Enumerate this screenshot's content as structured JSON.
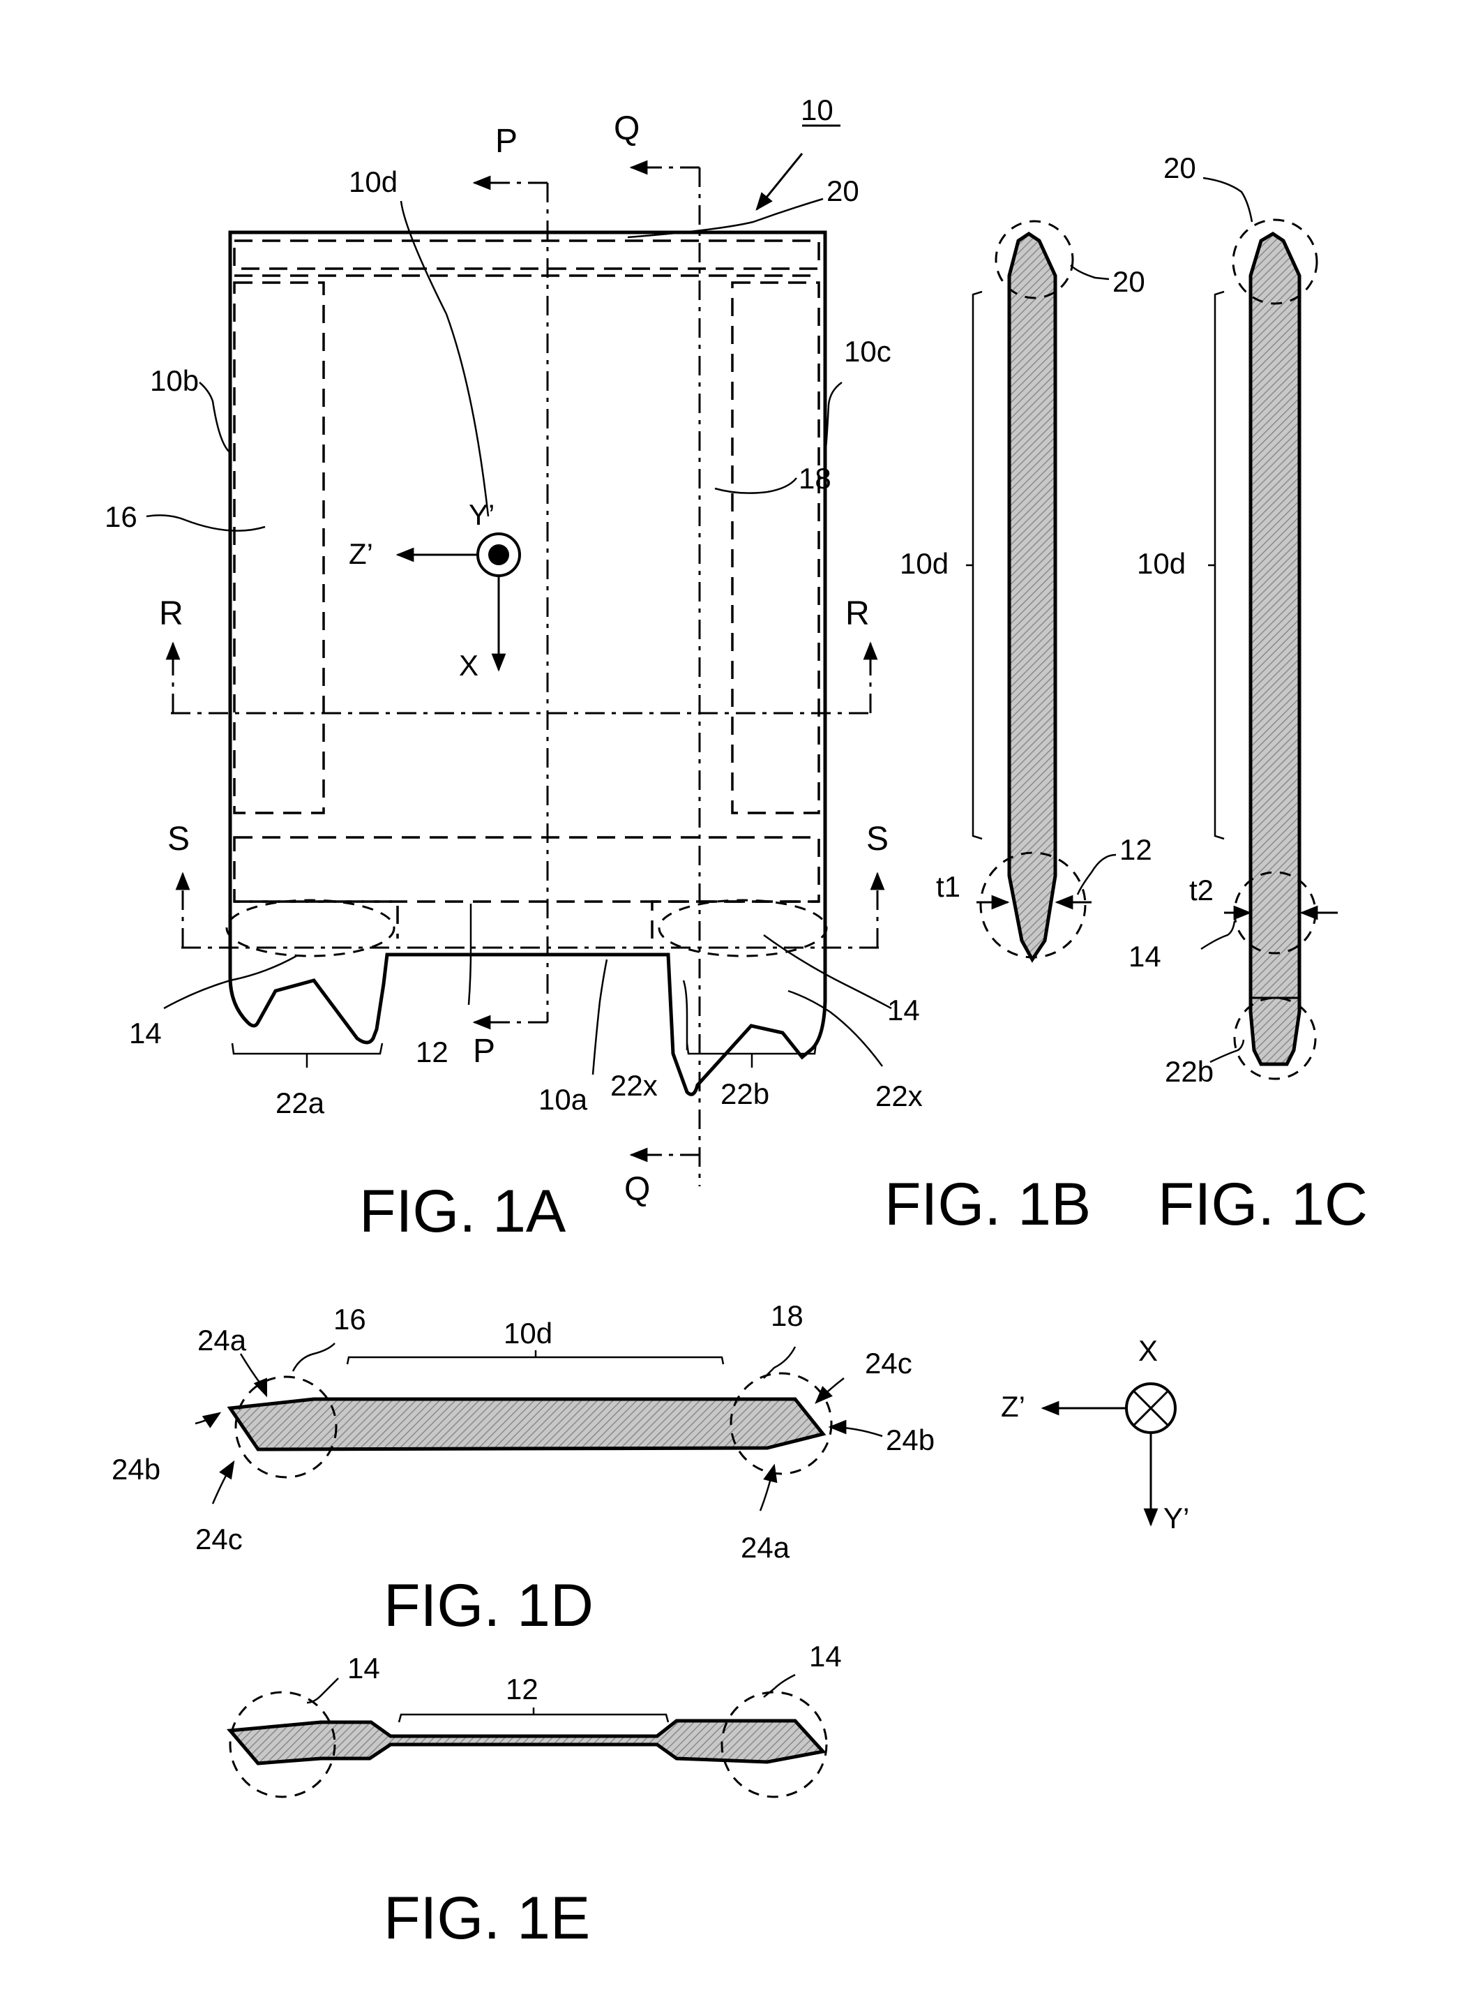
{
  "figures": {
    "fig1a": "FIG. 1A",
    "fig1b": "FIG. 1B",
    "fig1c": "FIG. 1C",
    "fig1d": "FIG. 1D",
    "fig1e": "FIG. 1E"
  },
  "fig1a": {
    "ref_main": "10",
    "ref_10d": "10d",
    "ref_20": "20",
    "ref_10b": "10b",
    "ref_10c": "10c",
    "ref_16": "16",
    "ref_18": "18",
    "ref_14_left": "14",
    "ref_14_right": "14",
    "ref_12": "12",
    "ref_10a": "10a",
    "ref_22x_left": "22x",
    "ref_22x_right": "22x",
    "ref_22a": "22a",
    "ref_22b": "22b",
    "axis_y": "Y’",
    "axis_z": "Z’",
    "axis_x": "X",
    "section_p_top": "P",
    "section_p_bottom": "P",
    "section_q_top": "Q",
    "section_q_bottom": "Q",
    "section_r_left": "R",
    "section_r_right": "R",
    "section_s_left": "S",
    "section_s_right": "S"
  },
  "fig1b": {
    "ref_20": "20",
    "ref_10d": "10d",
    "ref_t1": "t1",
    "ref_12": "12"
  },
  "fig1c": {
    "ref_20": "20",
    "ref_10d": "10d",
    "ref_t2": "t2",
    "ref_14": "14",
    "ref_22b": "22b"
  },
  "fig1d": {
    "ref_16": "16",
    "ref_10d": "10d",
    "ref_18": "18",
    "ref_24a_left": "24a",
    "ref_24b_left": "24b",
    "ref_24c_left": "24c",
    "ref_24c_right": "24c",
    "ref_24b_right": "24b",
    "ref_24a_right": "24a",
    "axis_x": "X",
    "axis_z": "Z’",
    "axis_y": "Y’"
  },
  "fig1e": {
    "ref_14_left": "14",
    "ref_12": "12",
    "ref_14_right": "14"
  }
}
